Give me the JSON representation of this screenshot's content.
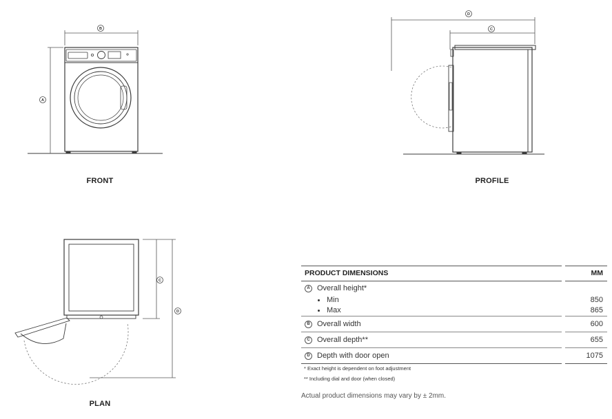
{
  "views": {
    "front": "FRONT",
    "profile": "PROFILE",
    "plan": "PLAN"
  },
  "markers": {
    "a": "A",
    "b": "B",
    "c": "C",
    "d": "D"
  },
  "table": {
    "header": "PRODUCT DIMENSIONS",
    "unit": "MM",
    "rows": [
      {
        "marker": "A",
        "label": "Overall height*",
        "value": "",
        "sub": [
          {
            "label": "Min",
            "value": "850"
          },
          {
            "label": "Max",
            "value": "865"
          }
        ]
      },
      {
        "marker": "B",
        "label": "Overall width",
        "value": "600"
      },
      {
        "marker": "C",
        "label": "Overall depth**",
        "value": "655"
      },
      {
        "marker": "D",
        "label": "Depth with door open",
        "value": "1075"
      }
    ]
  },
  "notes": [
    "* Exact height is dependent on foot adjustment",
    "** Including dial and door (when closed)"
  ],
  "disclaimer": "Actual product dimensions may vary by ± 2mm.",
  "colors": {
    "line": "#3a3a3a",
    "dimension": "#555555",
    "dashed": "#777777"
  }
}
